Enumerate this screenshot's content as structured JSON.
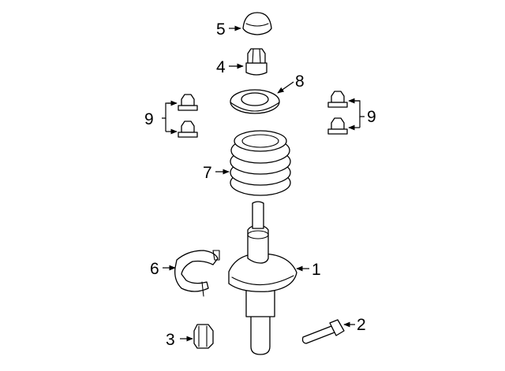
{
  "diagram": {
    "callouts": {
      "strut_assembly": "1",
      "strut_bolt": "2",
      "strut_nut": "3",
      "upper_nut": "4",
      "dust_cap": "5",
      "lower_spring_insulator": "6",
      "coil_spring": "7",
      "upper_spring_seat": "8",
      "mount_nuts_left": "9",
      "mount_nuts_right": "9"
    }
  }
}
